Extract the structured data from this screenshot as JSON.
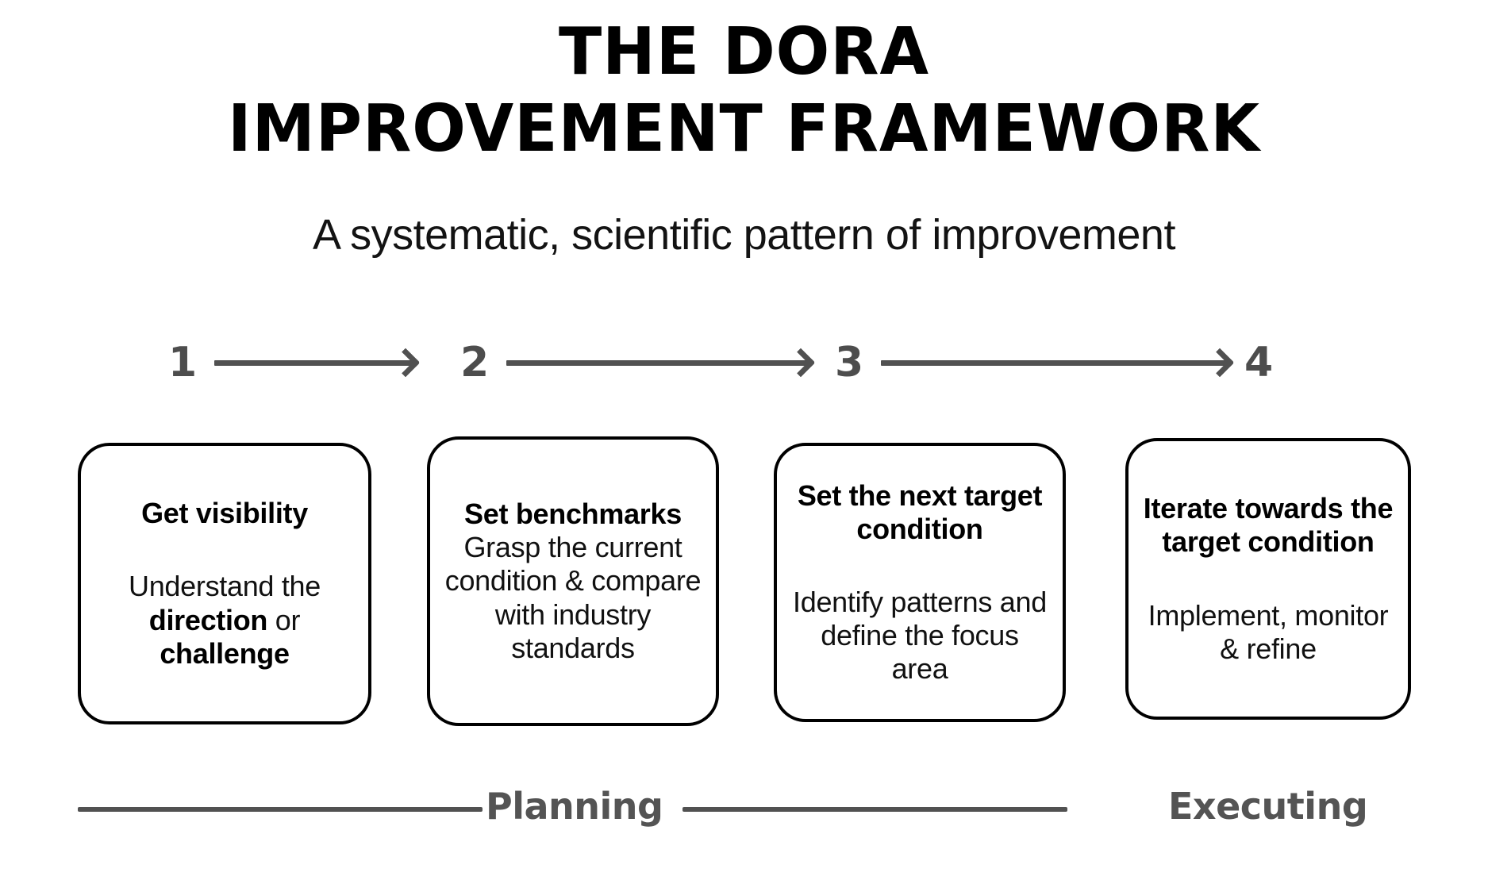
{
  "title": {
    "line1": "THE DORA",
    "line2": "IMPROVEMENT FRAMEWORK"
  },
  "subtitle": "A systematic, scientific pattern of improvement",
  "colors": {
    "background": "#ffffff",
    "title_text": "#000000",
    "body_text": "#111111",
    "arrow_gray": "#515151",
    "step_number_gray": "#4d4d4d",
    "phase_label_gray": "#545454",
    "card_border": "#000000"
  },
  "steps": [
    {
      "number": "1",
      "has_arrow": true
    },
    {
      "number": "2",
      "has_arrow": true
    },
    {
      "number": "3",
      "has_arrow": true
    },
    {
      "number": "4",
      "has_arrow": false
    }
  ],
  "cards": [
    {
      "heading": "Get visibility",
      "body_pre": "Understand the ",
      "body_bold1": "direction",
      "body_mid": " or ",
      "body_bold2": "challenge",
      "spacing": "large"
    },
    {
      "heading": "Set benchmarks",
      "body": "Grasp the current condition & compare with industry standards",
      "spacing": "none"
    },
    {
      "heading": "Set the next target condition",
      "body": "Identify patterns and define the focus area",
      "spacing": "large"
    },
    {
      "heading": "Iterate towards the target condition",
      "body": "Implement, monitor & refine",
      "spacing": "large"
    }
  ],
  "phases": [
    {
      "label": "Planning"
    },
    {
      "label": "Executing"
    }
  ]
}
